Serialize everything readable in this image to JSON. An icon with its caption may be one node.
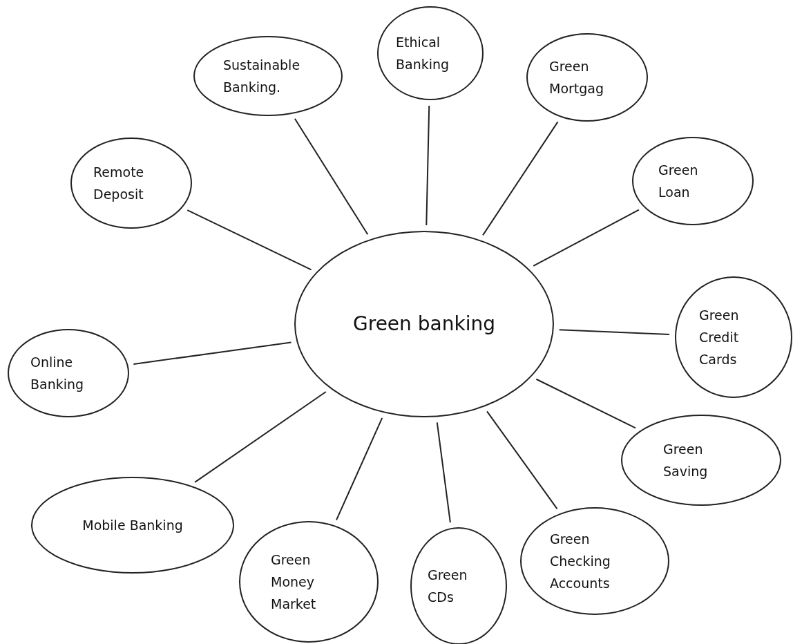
{
  "diagram": {
    "nodes": [
      {
        "text": [
          "Green banking"
        ]
      },
      {
        "text": [
          "Sustainable Banking."
        ]
      },
      {
        "text": [
          "Ethical Banking"
        ]
      },
      {
        "text": [
          "Green Mortgag"
        ]
      },
      {
        "text": [
          "Remote Deposit"
        ]
      },
      {
        "text": [
          "Green Loan"
        ]
      },
      {
        "text": [
          "Online Banking"
        ]
      },
      {
        "text": [
          "Green Credit Cards"
        ]
      },
      {
        "text": [
          "Green Saving"
        ]
      },
      {
        "text": [
          "Mobile Banking"
        ]
      },
      {
        "text": [
          "Green Money Market"
        ]
      },
      {
        "text": [
          "Green CDs"
        ]
      },
      {
        "text": [
          "Green Checking Accounts"
        ]
      }
    ],
    "edges": [
      {
        "from": 0,
        "to": 1,
        "arrow": "none"
      },
      {
        "from": 0,
        "to": 2,
        "arrow": "none"
      },
      {
        "from": 0,
        "to": 3,
        "arrow": "none"
      },
      {
        "from": 0,
        "to": 4,
        "arrow": "none"
      },
      {
        "from": 0,
        "to": 5,
        "arrow": "none"
      },
      {
        "from": 0,
        "to": 6,
        "arrow": "none"
      },
      {
        "from": 0,
        "to": 7,
        "arrow": "none"
      },
      {
        "from": 0,
        "to": 8,
        "arrow": "none"
      },
      {
        "from": 0,
        "to": 9,
        "arrow": "none"
      },
      {
        "from": 0,
        "to": 10,
        "arrow": "none"
      },
      {
        "from": 0,
        "to": 11,
        "arrow": "none"
      },
      {
        "from": 0,
        "to": 12,
        "arrow": "none"
      }
    ]
  }
}
